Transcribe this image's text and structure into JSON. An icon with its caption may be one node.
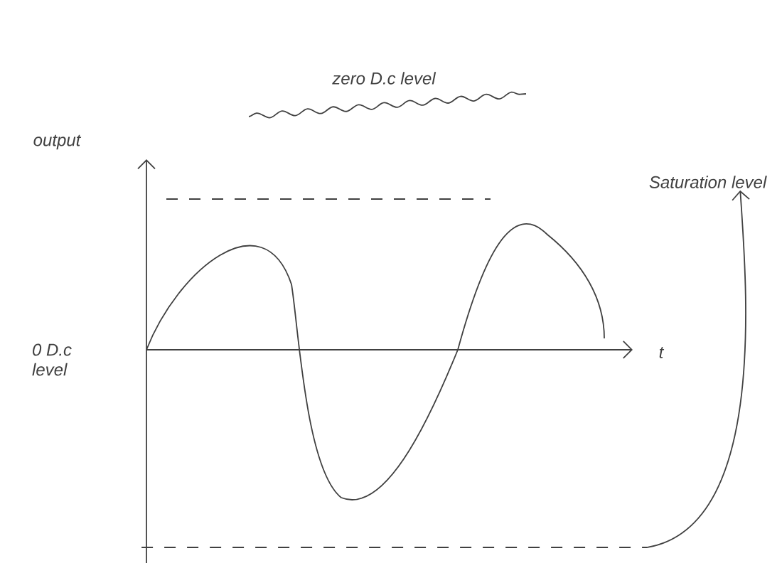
{
  "diagram": {
    "nodes": [
      {
        "text": [
          "Saturation level"
        ]
      },
      {
        "text": [],
        "shape": "line"
      }
    ],
    "edges": [
      {
        "from": 1,
        "to": 0,
        "arrow": "to"
      }
    ],
    "labels": [
      "zero D.c level",
      "output",
      "0 D.c level",
      "t"
    ]
  }
}
